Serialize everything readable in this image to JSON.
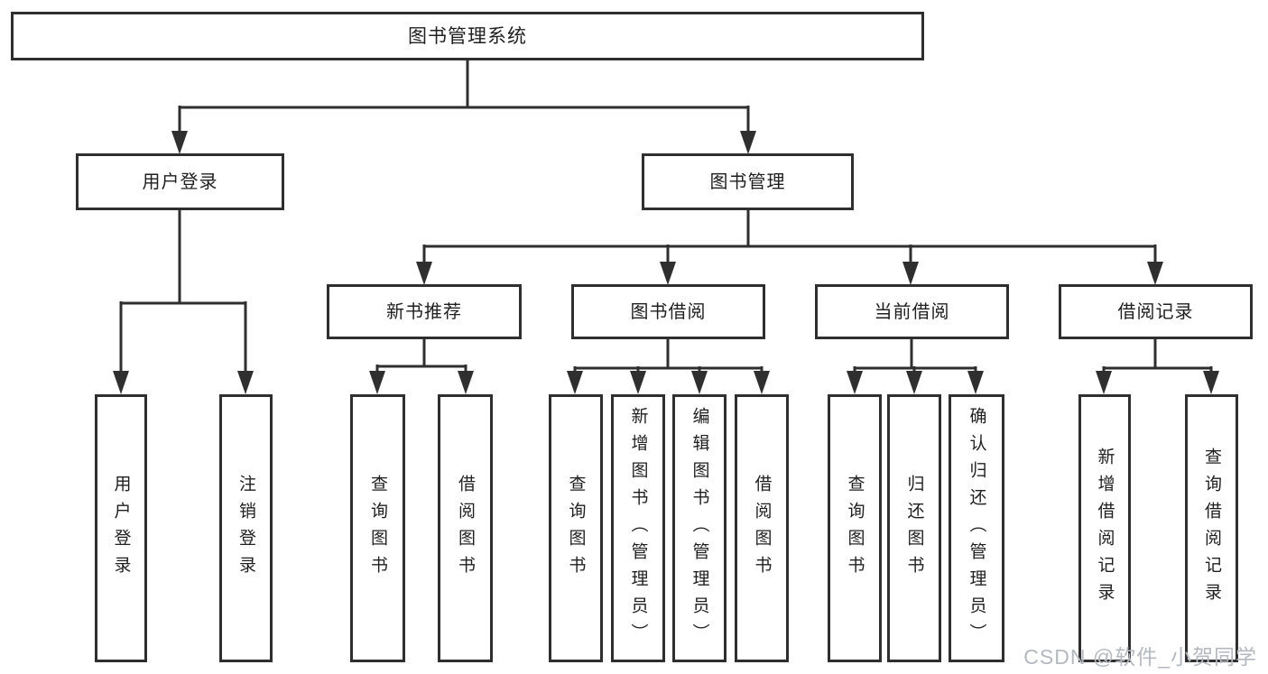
{
  "colors": {
    "line": "#2f2f2f",
    "text": "#1f1f1f",
    "watermark": "#b4b8bf",
    "background": "#ffffff"
  },
  "diagram": {
    "root_label": "图书管理系统",
    "user_branch": {
      "label": "用户登录",
      "children": [
        {
          "label": "用户登录"
        },
        {
          "label": "注销登录"
        }
      ]
    },
    "book_branch": {
      "label": "图书管理",
      "sections": [
        {
          "label": "新书推荐",
          "children": [
            {
              "label": "查询图书"
            },
            {
              "label": "借阅图书"
            }
          ]
        },
        {
          "label": "图书借阅",
          "children": [
            {
              "label": "查询图书"
            },
            {
              "label": "新增图书（管理员）"
            },
            {
              "label": "编辑图书（管理员）"
            },
            {
              "label": "借阅图书"
            }
          ]
        },
        {
          "label": "当前借阅",
          "children": [
            {
              "label": "查询图书"
            },
            {
              "label": "归还图书"
            },
            {
              "label": "确认归还（管理员）"
            }
          ]
        },
        {
          "label": "借阅记录",
          "children": [
            {
              "label": "新增借阅记录"
            },
            {
              "label": "查询借阅记录"
            }
          ]
        }
      ]
    }
  },
  "watermark": {
    "text": "CSDN @软件_小贺同学"
  }
}
